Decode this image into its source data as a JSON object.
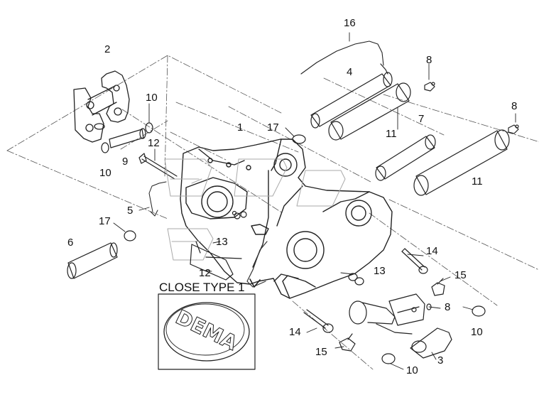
{
  "diagram": {
    "callouts": [
      {
        "id": "c16",
        "text": "16"
      },
      {
        "id": "c2",
        "text": "2"
      },
      {
        "id": "c4",
        "text": "4"
      },
      {
        "id": "c8a",
        "text": "8"
      },
      {
        "id": "c10a",
        "text": "10"
      },
      {
        "id": "c8b",
        "text": "8"
      },
      {
        "id": "c1",
        "text": "1"
      },
      {
        "id": "c17a",
        "text": "17"
      },
      {
        "id": "c7",
        "text": "7"
      },
      {
        "id": "c11a",
        "text": "11"
      },
      {
        "id": "c9",
        "text": "9"
      },
      {
        "id": "c10b",
        "text": "10"
      },
      {
        "id": "c12a",
        "text": "12"
      },
      {
        "id": "c11b",
        "text": "11"
      },
      {
        "id": "c5",
        "text": "5"
      },
      {
        "id": "c17b",
        "text": "17"
      },
      {
        "id": "c6",
        "text": "6"
      },
      {
        "id": "c13a",
        "text": "13"
      },
      {
        "id": "c14a",
        "text": "14"
      },
      {
        "id": "c12b",
        "text": "12"
      },
      {
        "id": "c13b",
        "text": "13"
      },
      {
        "id": "c15a",
        "text": "15"
      },
      {
        "id": "c8c",
        "text": "8"
      },
      {
        "id": "c10c",
        "text": "10"
      },
      {
        "id": "c14b",
        "text": "14"
      },
      {
        "id": "c15b",
        "text": "15"
      },
      {
        "id": "c3",
        "text": "3"
      },
      {
        "id": "c10d",
        "text": "10"
      }
    ],
    "detail_title": "CLOSE TYPE 1",
    "logo_text": "DEMA"
  }
}
